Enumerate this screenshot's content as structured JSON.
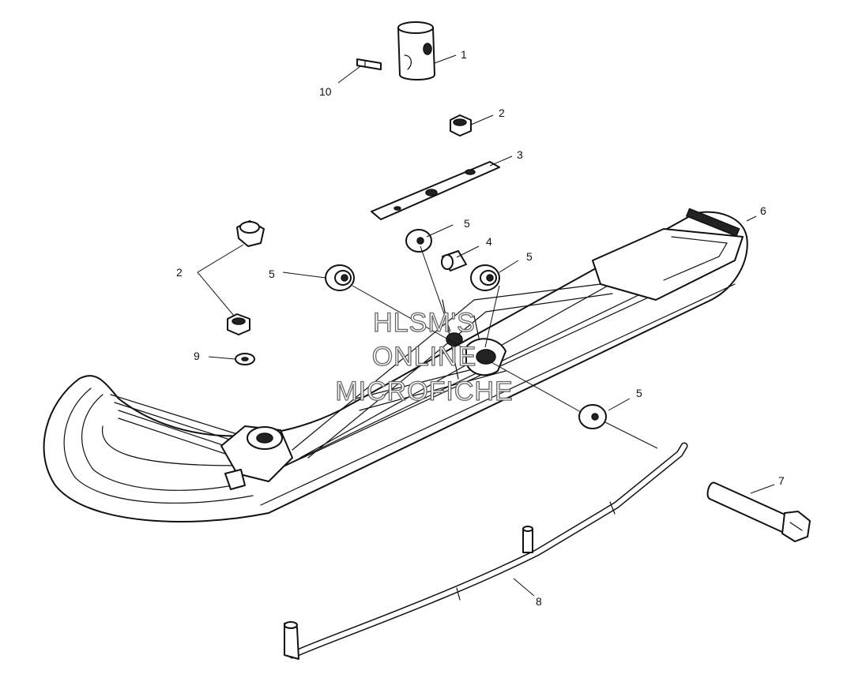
{
  "watermark": {
    "line1": "HLSM'S",
    "line2": "ONLINE",
    "line3": "MICROFICHE"
  },
  "callouts": {
    "c1": "1",
    "c2a": "2",
    "c2b": "2",
    "c3": "3",
    "c4": "4",
    "c5a": "5",
    "c5b": "5",
    "c5c": "5",
    "c5d": "5",
    "c6": "6",
    "c7": "7",
    "c8": "8",
    "c9": "9",
    "c10": "10"
  },
  "colors": {
    "line": "#111111",
    "background": "#ffffff",
    "watermark_outline": "#666666"
  }
}
